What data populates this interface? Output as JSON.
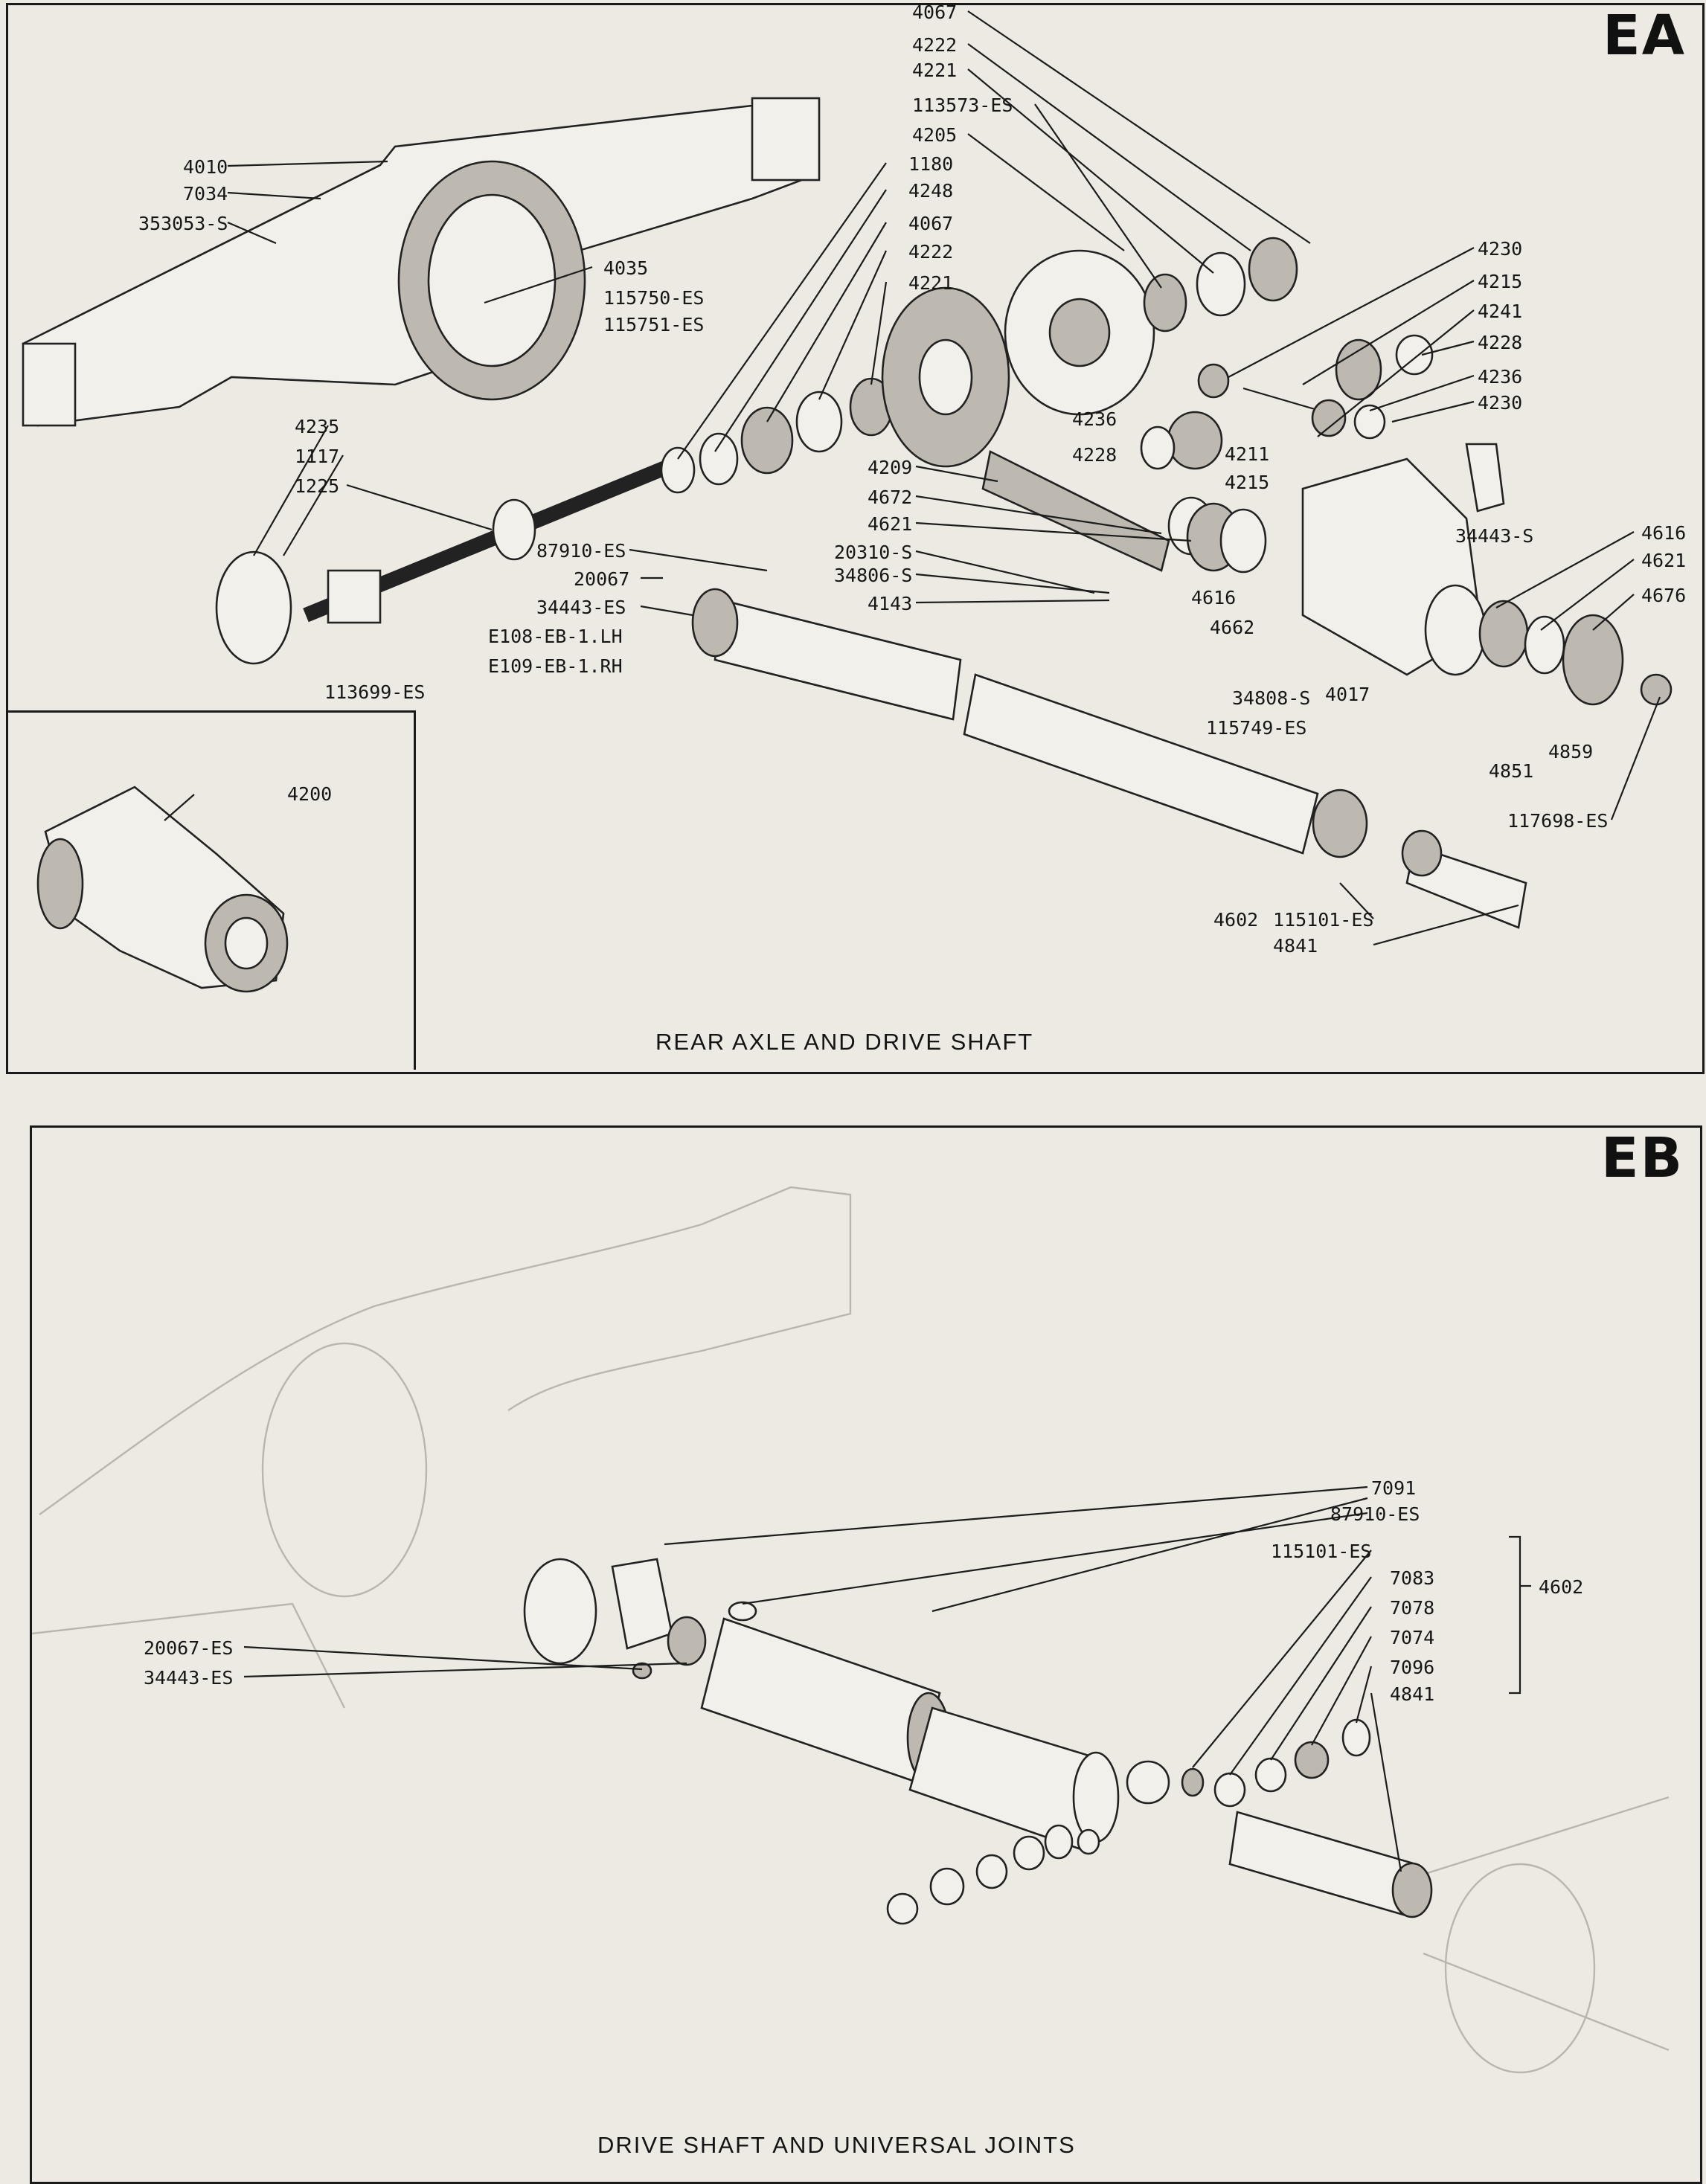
{
  "panel_ea": {
    "tag": "EA",
    "caption": "REAR AXLE AND DRIVE SHAFT",
    "inset_label": "4200",
    "labels": [
      "4067",
      "4222",
      "4221",
      "113573-ES",
      "4205",
      "1180",
      "4248",
      "4067",
      "4222",
      "4221",
      "4010",
      "7034",
      "353053-S",
      "4035",
      "115750-ES",
      "115751-ES",
      "4235",
      "1117",
      "1225",
      "87910-ES",
      "20067",
      "34443-ES",
      "E108-EB-1.LH",
      "E109-EB-1.RH",
      "113699-ES",
      "4230",
      "4215",
      "4241",
      "4228",
      "4236",
      "4230",
      "4236",
      "4228",
      "4211",
      "4215",
      "4209",
      "4672",
      "4621",
      "20310-S",
      "34806-S",
      "4143",
      "4616",
      "4662",
      "34808-S",
      "115749-ES",
      "4017",
      "34443-S",
      "4616",
      "4621",
      "4676",
      "4851",
      "4859",
      "117698-ES",
      "4602",
      "115101-ES",
      "4841"
    ]
  },
  "panel_eb": {
    "tag": "EB",
    "caption": "DRIVE SHAFT AND UNIVERSAL JOINTS",
    "labels": [
      "7091",
      "87910-ES",
      "115101-ES",
      "7083",
      "7078",
      "7074",
      "7096",
      "4841",
      "4602",
      "20067-ES",
      "34443-ES"
    ]
  }
}
